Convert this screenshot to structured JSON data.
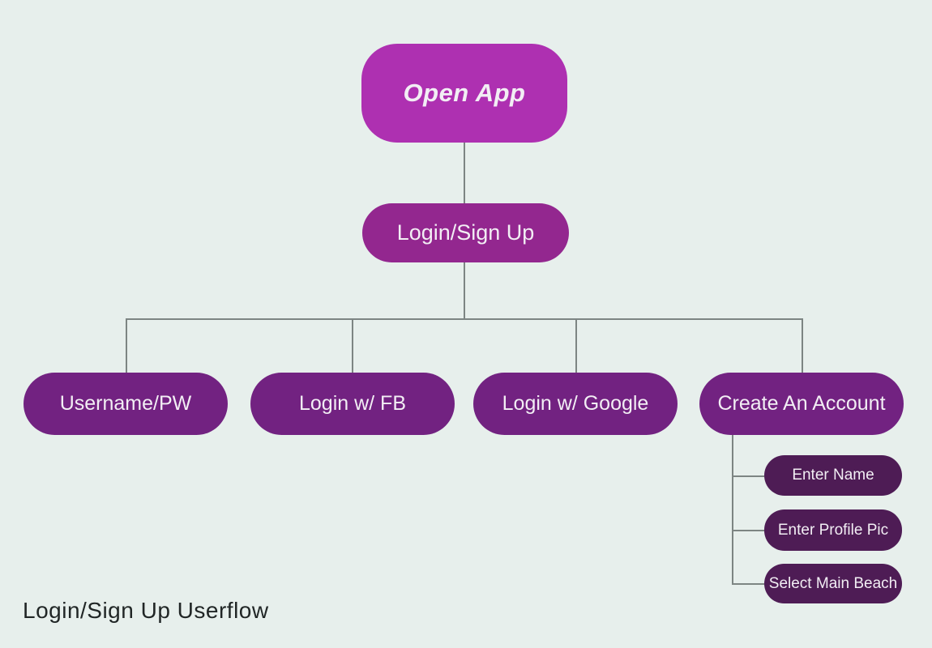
{
  "canvas": {
    "background_color": "#e7efec",
    "line_color": "#7d8583"
  },
  "title": {
    "text": "Login/Sign Up Userflow",
    "color": "#212626"
  },
  "nodes": {
    "open_app": {
      "label": "Open App",
      "color": "#ae30b1"
    },
    "login_signup": {
      "label": "Login/Sign Up",
      "color": "#93278f"
    },
    "username_pw": {
      "label": "Username/PW",
      "color": "#722281"
    },
    "login_fb": {
      "label": "Login w/ FB",
      "color": "#722281"
    },
    "login_google": {
      "label": "Login w/ Google",
      "color": "#722281"
    },
    "create_account": {
      "label": "Create An Account",
      "color": "#722281"
    },
    "enter_name": {
      "label": "Enter Name",
      "color": "#4e1c55"
    },
    "enter_profile_pic": {
      "label": "Enter Profile Pic",
      "color": "#4e1c55"
    },
    "select_main_beach": {
      "label": "Select Main Beach",
      "color": "#4e1c55"
    }
  }
}
